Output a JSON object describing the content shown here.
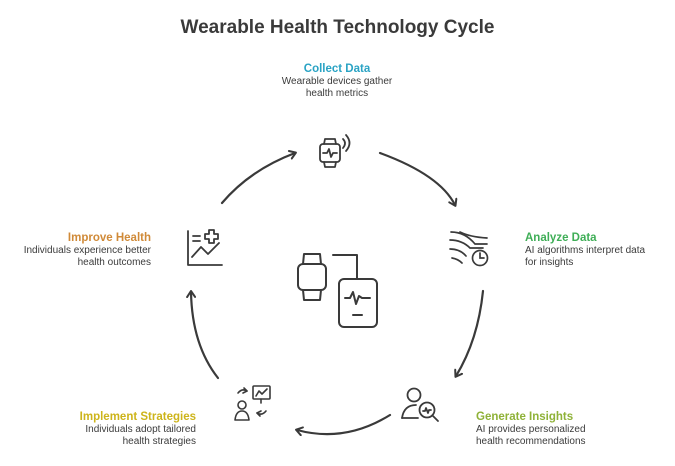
{
  "title": "Wearable Health Technology Cycle",
  "colors": {
    "collect": "#2aa3c4",
    "analyze": "#3fae57",
    "insights": "#8fb238",
    "implement": "#cdb41a",
    "improve": "#d08a38",
    "stroke": "#3a3a3a"
  },
  "steps": [
    {
      "id": "collect",
      "title": "Collect Data",
      "desc_lines": [
        "Wearable devices gather",
        "health metrics"
      ],
      "icon": "smartwatch-signal-icon"
    },
    {
      "id": "analyze",
      "title": "Analyze Data",
      "desc_lines": [
        "AI algorithms interpret data",
        "for insights"
      ],
      "icon": "data-streams-clock-icon"
    },
    {
      "id": "insights",
      "title": "Generate Insights",
      "desc_lines": [
        "AI provides personalized",
        "health recommendations"
      ],
      "icon": "person-magnifier-icon"
    },
    {
      "id": "implement",
      "title": "Implement Strategies",
      "desc_lines": [
        "Individuals adopt tailored",
        "health strategies"
      ],
      "icon": "person-presentation-icon"
    },
    {
      "id": "improve",
      "title": "Improve Health",
      "desc_lines": [
        "Individuals experience better",
        "health outcomes"
      ],
      "icon": "health-chart-icon"
    }
  ],
  "center_icon": "watch-and-monitor-icon"
}
